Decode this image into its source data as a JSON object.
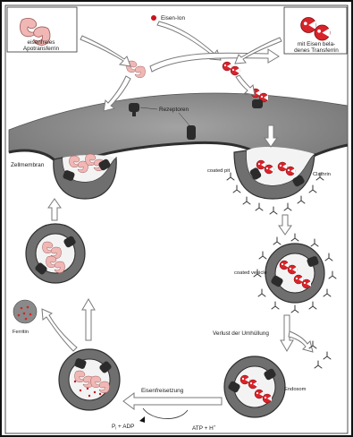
{
  "labels": {
    "apo_box": [
      "eisenfreies",
      "Apotransferrin"
    ],
    "iron_ion": "Eisen-Ion",
    "holo_box": [
      "mit Eisen bela-",
      "denes Transferrin"
    ],
    "receptors": "Rezeptoren",
    "cell_membrane": "Zellmembran",
    "coated_pit": "coated pit",
    "clathrin": "Clathrin",
    "coated_vesicle": "coated vesicle",
    "ferritin": "Ferritin",
    "uncoating": "Verlust der Umhüllung",
    "endosome": "Endosom",
    "iron_release": "Eisenfreisetzung",
    "adp": "P",
    "adp_sub": "i",
    "adp_rest": " + ADP",
    "atp": "ATP + H",
    "atp_sup": "+"
  },
  "colors": {
    "membrane_fill": "#8f8f8f",
    "membrane_dark": "#3e3e3e",
    "vesicle_lumen": "#f3f3f3",
    "receptor": "#2b2b2b",
    "apotransferrin": "#f0b7b5",
    "holotransferrin": "#d8232a",
    "iron_dot": "#c8141c",
    "arrow_fill": "#ffffff",
    "arrow_stroke": "#7a7a7a",
    "frame": "#111111"
  }
}
